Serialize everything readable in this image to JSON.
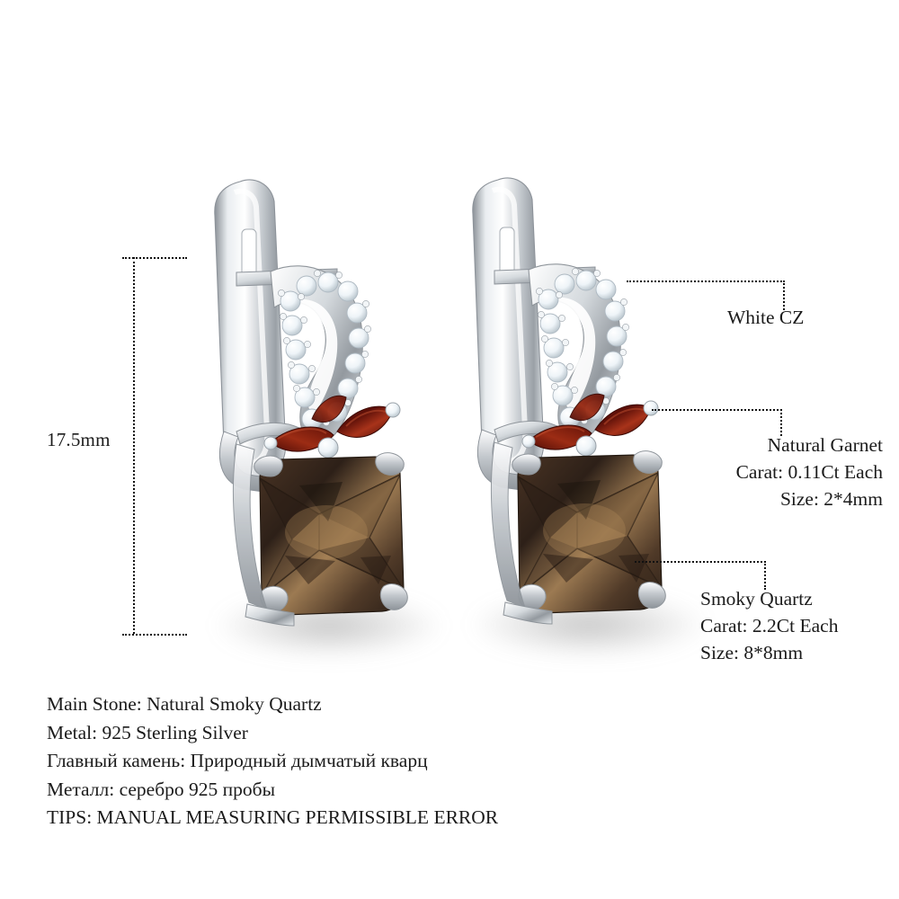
{
  "product": {
    "type": "earrings-pair",
    "view": "product-specification-diagram",
    "background": "#ffffff"
  },
  "dimension": {
    "label": "17.5mm",
    "axis": "vertical",
    "name": "overall-height"
  },
  "callouts": [
    {
      "id": "white-cz",
      "lines": [
        "White CZ"
      ],
      "target": "pave-loop"
    },
    {
      "id": "natural-garnet",
      "lines": [
        "Natural Garnet",
        "Carat: 0.11Ct Each",
        "Size: 2*4mm"
      ],
      "target": "marquise-garnet-cluster"
    },
    {
      "id": "smoky-quartz",
      "lines": [
        "Smoky Quartz",
        "Carat: 2.2Ct Each",
        "Size: 8*8mm"
      ],
      "target": "cushion-center-stone"
    }
  ],
  "specs": [
    "Main Stone: Natural Smoky Quartz",
    "Metal: 925 Sterling Silver",
    "Главный камень: Природный дымчатый кварц",
    "Металл: серебро 925 пробы",
    "TIPS: MANUAL MEASURING PERMISSIBLE ERROR"
  ],
  "colors": {
    "smoky_quartz_dark": "#31231a",
    "smoky_quartz_light": "#a9825a",
    "garnet_dark": "#5e1009",
    "garnet_light": "#a8331a",
    "silver_light": "#ffffff",
    "silver_mid": "#cfd3d6",
    "silver_dark": "#8a9097",
    "cz_white": "#f4f8fb",
    "text": "#1b1b1b"
  }
}
